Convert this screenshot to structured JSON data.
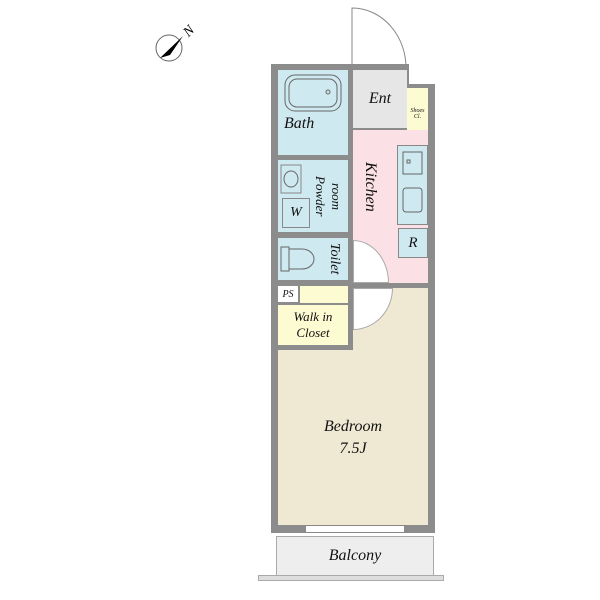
{
  "compass": {
    "label": "N"
  },
  "rooms": {
    "ent": "Ent",
    "shoe_closet": [
      "Shoes",
      "Cl."
    ],
    "bath": "Bath",
    "powder_room": [
      "Powder",
      "room"
    ],
    "washer": "W",
    "kitchen": "Kitchen",
    "refrigerator": "R",
    "toilet": "Toilet",
    "ps": "PS",
    "walk_in_closet": [
      "Walk in",
      "Closet"
    ],
    "bedroom": [
      "Bedroom",
      "7.5J"
    ],
    "balcony": "Balcony"
  },
  "colors": {
    "wet": "#cfe9f1",
    "kitchen": "#fbe1e5",
    "closet": "#fdfbd2",
    "bedroom": "#efe8d3",
    "entry": "#e6e6e6",
    "wall": "#8c8c8c"
  }
}
